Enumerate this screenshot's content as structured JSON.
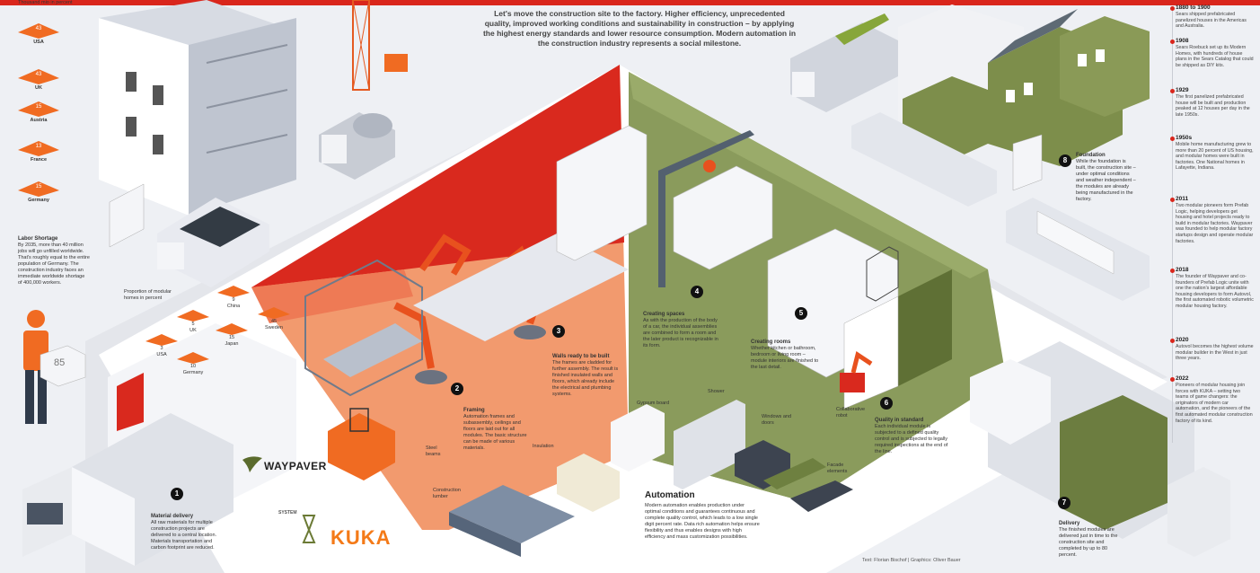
{
  "header": {
    "headline": "Let's move the construction site to the factory. Higher efficiency, unprecedented quality, improved working conditions and sustainability in construction – by applying the highest energy standards and lower resource consumption. Modern automation in the construction industry represents a social milestone."
  },
  "left_top": {
    "caption": "Thousand mio in percent",
    "items": [
      {
        "value": "43",
        "label": "USA"
      },
      {
        "value": "43",
        "label": "UK"
      },
      {
        "value": "15",
        "label": "Austria"
      },
      {
        "value": "13",
        "label": "France"
      },
      {
        "value": "15",
        "label": "Germany"
      }
    ]
  },
  "labor": {
    "title": "Labor Shortage",
    "text": "By 2035, more than 40 million jobs will go unfilled worldwide. That's roughly equal to the entire population of Germany. The construction industry faces an immediate worldwide shortage of 400,000 workers."
  },
  "worker_badge": "85",
  "proportion": {
    "title": "Proportion of modular homes in percent",
    "items": [
      {
        "value": "5",
        "label": "UK"
      },
      {
        "value": "9",
        "label": "China"
      },
      {
        "value": "3",
        "label": "USA"
      },
      {
        "value": "45",
        "label": "Sweden"
      },
      {
        "value": "15",
        "label": "Japan"
      },
      {
        "value": "10",
        "label": "Germany"
      }
    ]
  },
  "steps": [
    {
      "n": "1",
      "title": "Material delivery",
      "text": "All raw materials for multiple construction projects are delivered to a central location. Materials transportation and carbon footprint are reduced."
    },
    {
      "n": "2",
      "title": "Framing",
      "text": "Automation frames and subassembly, ceilings and floors are laid out for all modules. The basic structure can be made of various materials."
    },
    {
      "n": "3",
      "title": "Walls ready to be built",
      "text": "The frames are cladded for further assembly. The result is finished insulated walls and floors, which already include the electrical and plumbing systems."
    },
    {
      "n": "4",
      "title": "Creating spaces",
      "text": "As with the production of the body of a car, the individual assemblies are combined to form a room and the later product is recognizable in its form."
    },
    {
      "n": "5",
      "title": "Creating rooms",
      "text": "Whether kitchen or bathroom, bedroom or living room – module interiors are finished to the last detail."
    },
    {
      "n": "6",
      "title": "Quality in standard",
      "text": "Each individual module is subjected to a defined quality control and is subjected to legally required inspections at the end of the line."
    },
    {
      "n": "7",
      "title": "Delivery",
      "text": "The finished modules are delivered just in time to the construction site and completed by up to 80 percent."
    },
    {
      "n": "8",
      "title": "Foundation",
      "text": "While the foundation is built, the construction site – under optimal conditions and weather independent – the modules are already being manufactured in the factory."
    }
  ],
  "labels": {
    "steel_beams": "Steel beams",
    "construction_lumber": "Construction lumber",
    "insulation": "Insulation",
    "gypsum_board": "Gypsum board",
    "shower": "Shower",
    "windows_doors": "Windows and doors",
    "facade": "Facade elements",
    "collaborative_robot": "Collaborative robot"
  },
  "automation": {
    "title": "Automation",
    "text": "Modern automation enables production under optimal conditions and guarantees continuous and complete quality control, which leads to a low single digit percent rate. Data rich automation helps ensure flexibility and thus enables designs with high efficiency and mass customization possibilities."
  },
  "timeline": [
    {
      "year": "1880 to 1900",
      "text": "Sears shipped prefabricated panelized houses in the Americas and Australia."
    },
    {
      "year": "1908",
      "text": "Sears Roebuck set up its Modern Homes, with hundreds of house plans in the Sears Catalog that could be shipped as DIY kits."
    },
    {
      "year": "1929",
      "text": "The first panelized prefabricated house will be built and production peaked at 12 houses per day in the late 1950s."
    },
    {
      "year": "1950s",
      "text": "Mobile home manufacturing grew to more than 20 percent of US housing, and modular homes were built in factories. One National homes in Lafayette, Indiana."
    },
    {
      "year": "2011",
      "text": "Two modular pioneers form Prefab Logic, helping developers get housing and hotel projects ready to build in modular factories. Waypaver was founded to help modular factory startups design and operate modular factories."
    },
    {
      "year": "2018",
      "text": "The founder of Waypaver and co-founders of Prefab Logic unite with one the nation's largest affordable housing developers to form Autovol, the first automated robotic volumetric modular housing factory."
    },
    {
      "year": "2020",
      "text": "Autovol becomes the highest volume modular builder in the West in just three years."
    },
    {
      "year": "2022",
      "text": "Pioneers of modular housing join forces with KUKA – setting two teams of game changers: the originators of modern car automation, and the pioneers of the first automated modular construction factory of its kind."
    }
  ],
  "logos": {
    "waypaver": "WAYPAVER",
    "system": "SYSTEM",
    "kuka": "KUKA"
  },
  "credit": "Text: Florian Bischof | Graphics: Oliver Bauer"
}
